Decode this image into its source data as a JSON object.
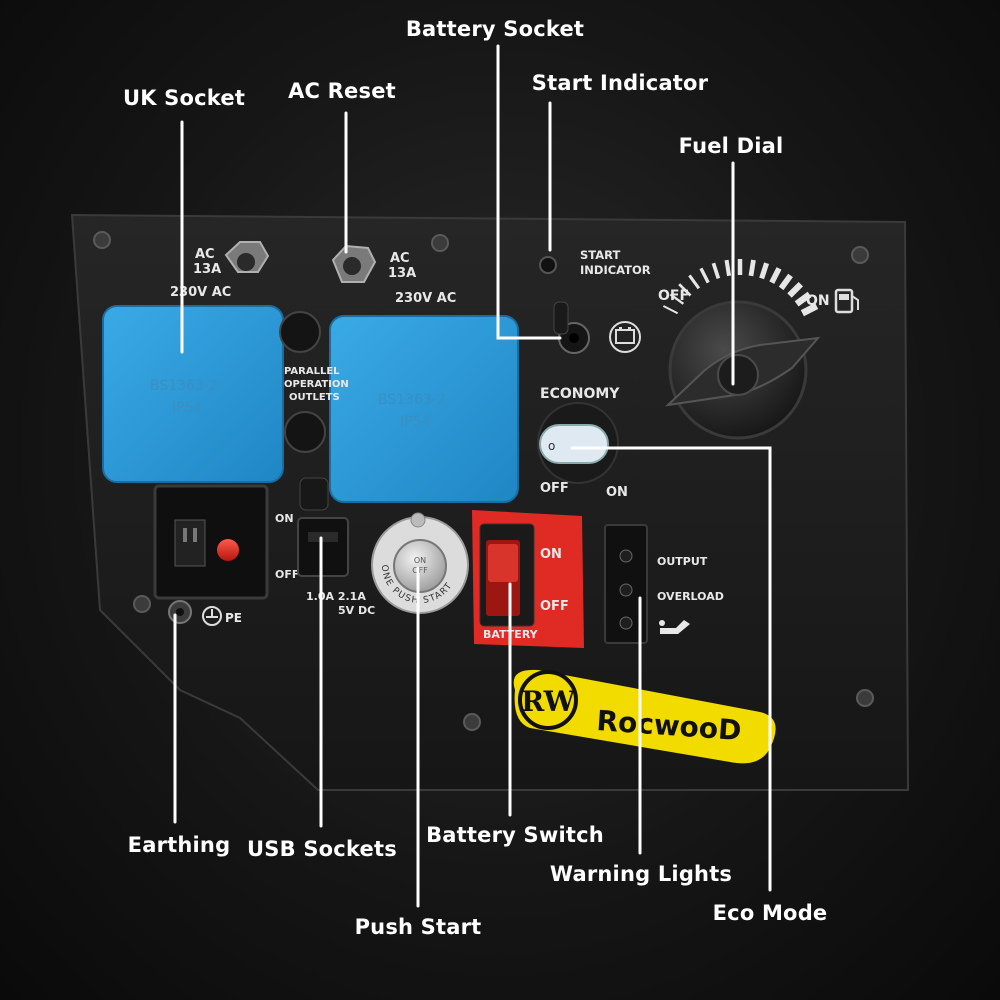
{
  "callouts": {
    "battery_socket": "Battery Socket",
    "start_indicator": "Start Indicator",
    "uk_socket": "UK Socket",
    "ac_reset": "AC Reset",
    "fuel_dial": "Fuel Dial",
    "earthing": "Earthing",
    "usb_sockets": "USB Sockets",
    "battery_switch": "Battery Switch",
    "warning_lights": "Warning Lights",
    "push_start": "Push Start",
    "eco_mode": "Eco Mode"
  },
  "panel": {
    "ac_left_line1": "AC",
    "ac_left_line2": "13A",
    "ac_left_voltage": "230V AC",
    "ac_right_line1": "AC",
    "ac_right_line2": "13A",
    "ac_right_voltage": "230V AC",
    "start_indicator_line1": "START",
    "start_indicator_line2": "INDICATOR",
    "fuel_off": "OFF",
    "fuel_on": "ON",
    "socket_cover_line1": "BS1363-2",
    "socket_cover_line2": "IP54",
    "parallel_line1": "PARALLEL",
    "parallel_line2": "OPERATION",
    "parallel_line3": "OUTLETS",
    "economy": "ECONOMY",
    "economy_off": "OFF",
    "economy_on": "ON",
    "breaker_on": "ON",
    "breaker_off": "OFF",
    "usb_ratings": "1.0A 2.1A",
    "usb_voltage": "5V DC",
    "pe": "PE",
    "push_start_ring": "ONE PUSH START",
    "push_button_line1": "ON",
    "push_button_line2": "OFF",
    "battery_on": "ON",
    "battery_off": "OFF",
    "battery_label": "BATTERY",
    "warning_output": "OUTPUT",
    "warning_overload": "OVERLOAD",
    "brand": "RocwooD",
    "brand_logo_letters": "RW"
  },
  "colors": {
    "accent_blue": "#2a9ad8",
    "warning_red": "#e02a24",
    "brand_yellow": "#f2dc00",
    "panel": "#1e1e1e"
  }
}
